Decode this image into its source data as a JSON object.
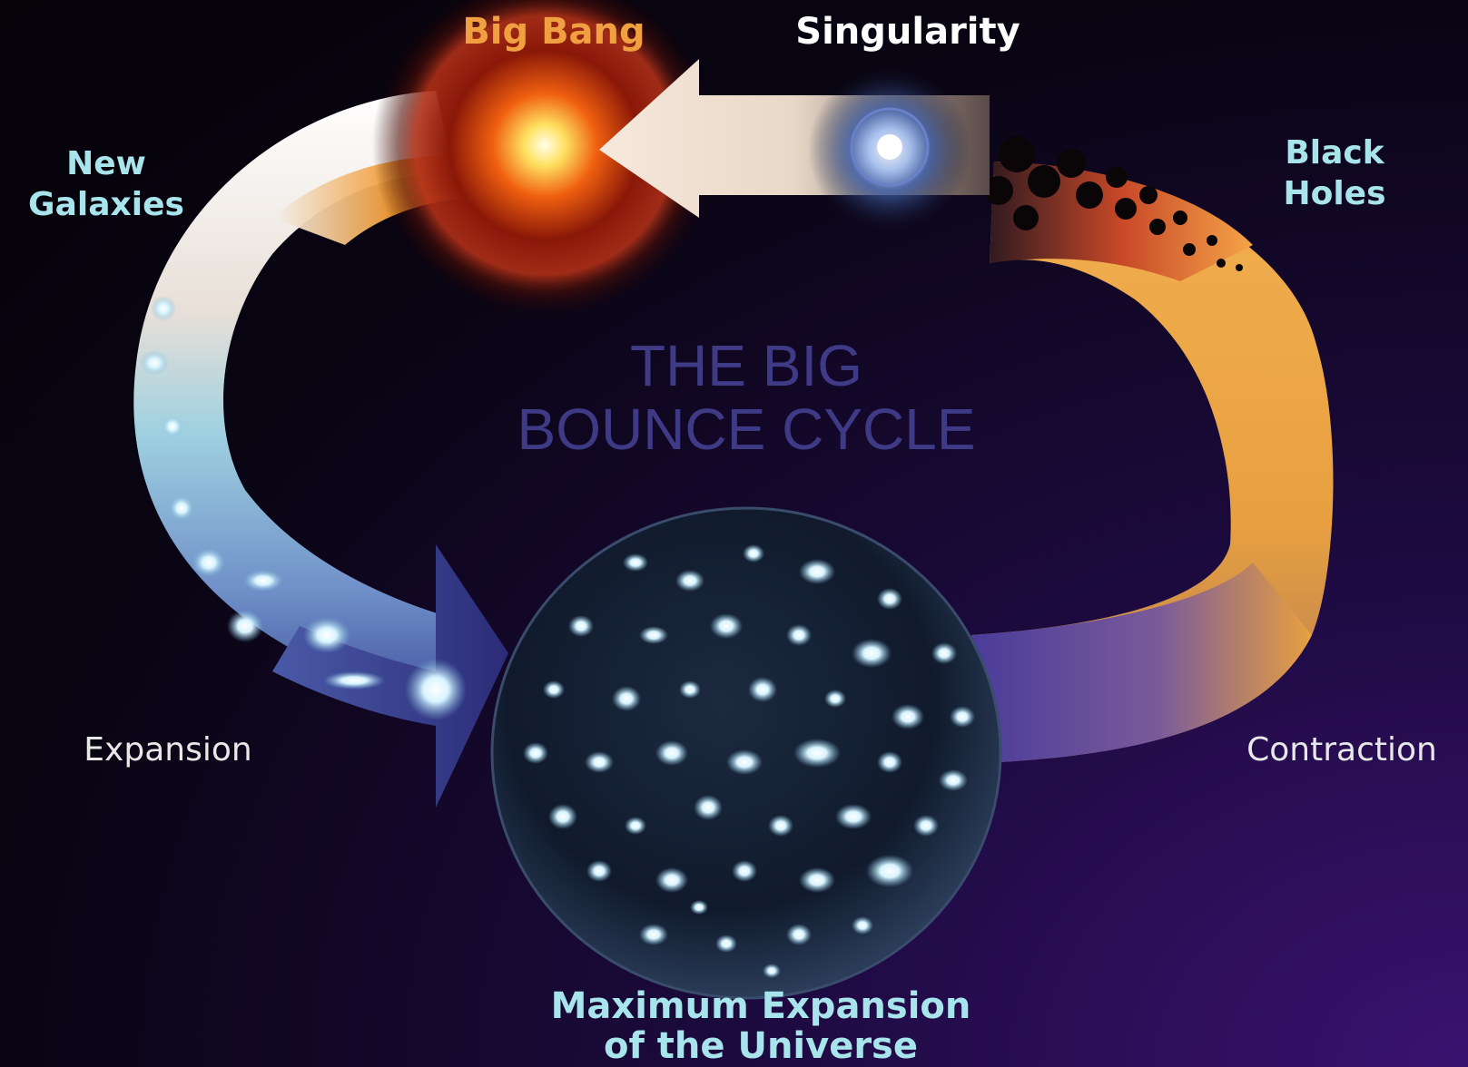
{
  "title": {
    "line1": "THE BIG",
    "line2": "BOUNCE CYCLE"
  },
  "labels": {
    "big_bang": "Big Bang",
    "singularity": "Singularity",
    "new_galaxies_1": "New",
    "new_galaxies_2": "Galaxies",
    "black_holes_1": "Black",
    "black_holes_2": "Holes",
    "expansion": "Expansion",
    "contraction": "Contraction",
    "max_expansion_1": "Maximum Expansion",
    "max_expansion_2": "of the Universe"
  },
  "colors": {
    "big_bang_label": "#f0a040",
    "singularity_label": "#ffffff",
    "cyan_label": "#a8e4ec",
    "title": "#3e3a86",
    "plain_label": "#e8e8e8"
  }
}
